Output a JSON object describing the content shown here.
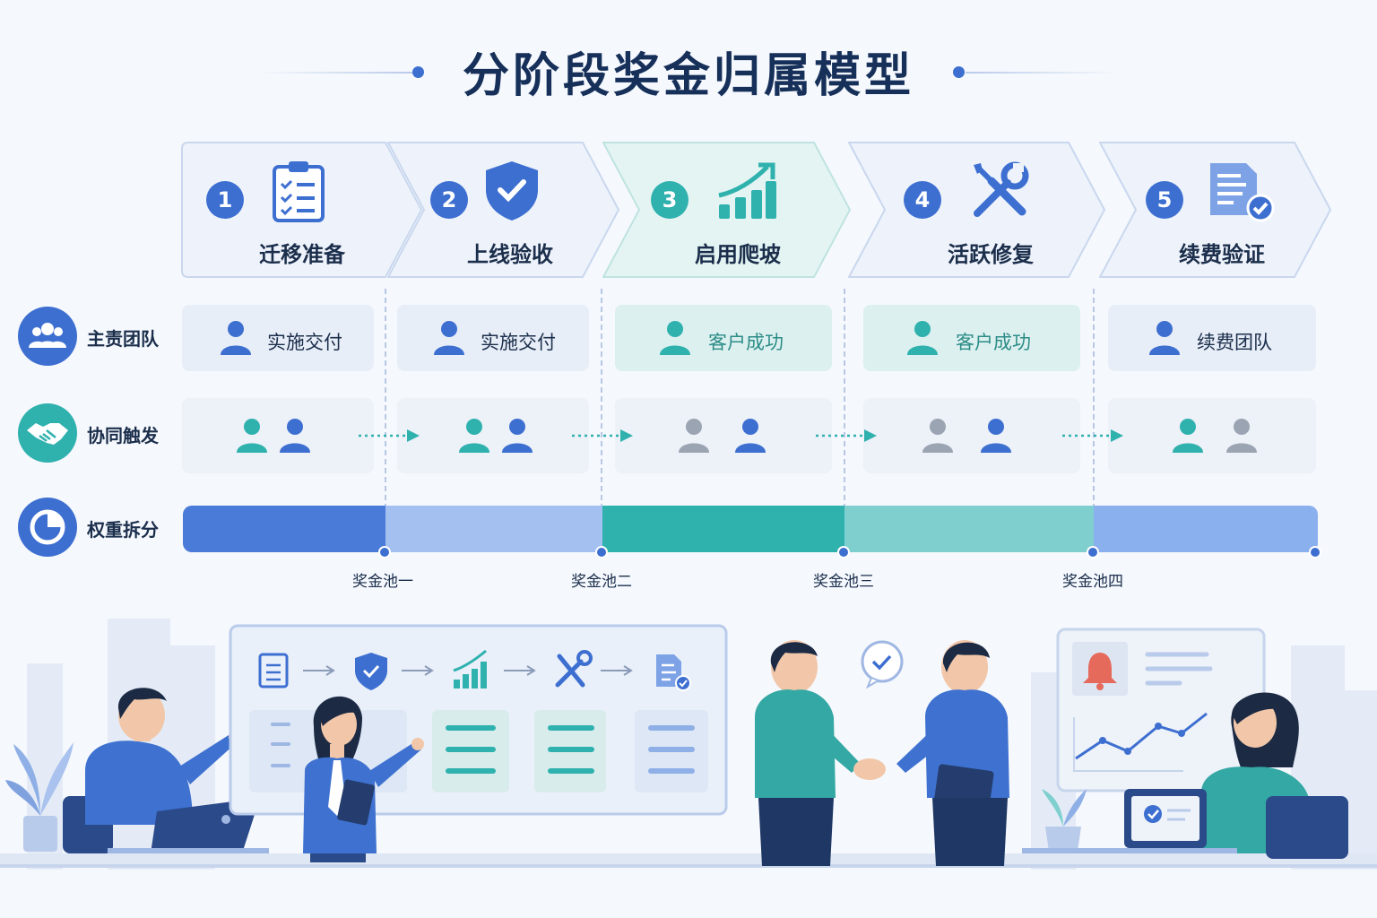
{
  "title": "分阶段奖金归属模型",
  "stages": [
    {
      "num": "1",
      "label": "迁移准备",
      "icon": "clipboard-checklist-icon"
    },
    {
      "num": "2",
      "label": "上线验收",
      "icon": "shield-check-icon"
    },
    {
      "num": "3",
      "label": "启用爬坡",
      "icon": "growth-chart-icon"
    },
    {
      "num": "4",
      "label": "活跃修复",
      "icon": "wrench-screwdriver-icon"
    },
    {
      "num": "5",
      "label": "续费验证",
      "icon": "document-check-icon"
    }
  ],
  "rows": {
    "owner": {
      "label": "主责团队",
      "icon": "team-icon"
    },
    "collab": {
      "label": "协同触发",
      "icon": "handshake-icon"
    },
    "weight": {
      "label": "权重拆分",
      "icon": "pie-chart-icon"
    }
  },
  "owners": [
    "实施交付",
    "实施交付",
    "客户成功",
    "客户成功",
    "续费团队"
  ],
  "pools": [
    "奖金池一",
    "奖金池二",
    "奖金池三",
    "奖金池四"
  ],
  "colors": {
    "blue": "#3d6fd1",
    "blue_light": "#9fbcf0",
    "teal": "#2fb1ae",
    "teal_light": "#7fcfcf",
    "gray": "#9aa4b2",
    "navy": "#16305a"
  }
}
